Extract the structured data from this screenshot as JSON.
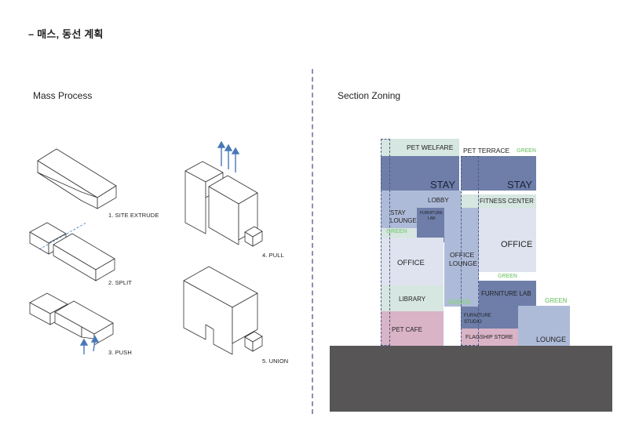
{
  "page": {
    "title": "– 매스, 동선 계획"
  },
  "mass_process": {
    "title": "Mass Process",
    "steps": [
      "1. SITE EXTRUDE",
      "2. SPLIT",
      "3. PUSH",
      "4. PULL",
      "5. UNION"
    ]
  },
  "section_zoning": {
    "title": "Section Zoning",
    "zones": {
      "pet_welfare": "PET WELFARE",
      "pet_terrace": "PET TERRACE",
      "green": "GREEN",
      "stay": "STAY",
      "lobby": "LOBBY",
      "fitness_center": "FITNESS CENTER",
      "stay_lounge_1": "STAY",
      "stay_lounge_2": "LOUNGE",
      "furniture_lab_small_1": "FURNITURE",
      "furniture_lab_small_2": "LAB",
      "office": "OFFICE",
      "office_lounge_1": "OFFICE",
      "office_lounge_2": "LOUNGE",
      "library": "LIBRARY",
      "furniture_lab": "FURNITURE LAB",
      "furniture_studio_1": "FURNITURE",
      "furniture_studio_2": "STUDIO",
      "pet_cafe": "PET CAFE",
      "flagship_store": "FLAGSHIP STORE",
      "lounge": "LOUNGE"
    }
  },
  "colors": {
    "stay": "#6e7ea9",
    "light_blue": "#aebbd8",
    "pale_blue": "#dfe3ef",
    "mint": "#d6e6e0",
    "mid_blue": "#8a9cc6",
    "pink": "#d9b3c6",
    "green_text": "#8fd08a",
    "ground": "#585556",
    "dash_line": "#8a8fb5"
  }
}
